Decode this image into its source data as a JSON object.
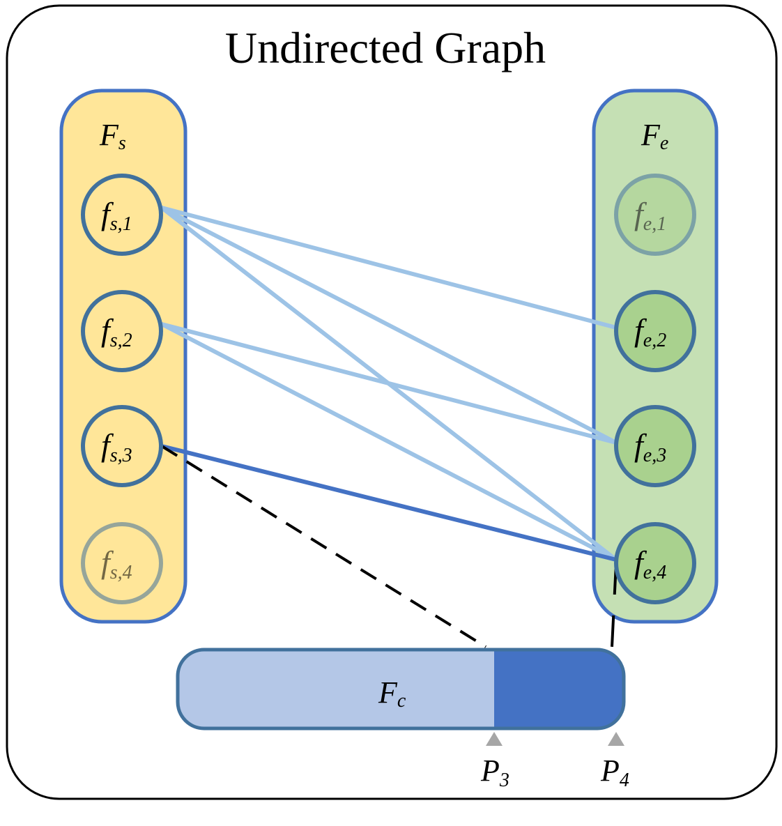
{
  "title": "Undirected Graph",
  "left_group": {
    "label_main": "F",
    "label_sub": "s",
    "nodes": [
      {
        "main": "f",
        "sub": "s,1",
        "faded": false
      },
      {
        "main": "f",
        "sub": "s,2",
        "faded": false
      },
      {
        "main": "f",
        "sub": "s,3",
        "faded": false
      },
      {
        "main": "f",
        "sub": "s,4",
        "faded": true
      }
    ]
  },
  "right_group": {
    "label_main": "F",
    "label_sub": "e",
    "nodes": [
      {
        "main": "f",
        "sub": "e,1",
        "faded": true
      },
      {
        "main": "f",
        "sub": "e,2",
        "faded": false
      },
      {
        "main": "f",
        "sub": "e,3",
        "faded": false
      },
      {
        "main": "f",
        "sub": "e,4",
        "faded": false
      }
    ]
  },
  "edges": [
    {
      "from": "s,1",
      "to": "e,2",
      "style": "light"
    },
    {
      "from": "s,1",
      "to": "e,3",
      "style": "light"
    },
    {
      "from": "s,1",
      "to": "e,4",
      "style": "light"
    },
    {
      "from": "s,2",
      "to": "e,3",
      "style": "light"
    },
    {
      "from": "s,2",
      "to": "e,4",
      "style": "light"
    },
    {
      "from": "s,3",
      "to": "e,4",
      "style": "dark"
    }
  ],
  "feature_bar": {
    "label_main": "F",
    "label_sub": "c"
  },
  "markers": [
    {
      "label_main": "P",
      "label_sub": "3"
    },
    {
      "label_main": "P",
      "label_sub": "4"
    }
  ],
  "colors": {
    "outline": "#000000",
    "group_border": "#4472c4",
    "left_fill": "#ffe699",
    "right_fill": "#c5e0b4",
    "node_border": "#41719c",
    "node_left_fill": "#ffe699",
    "node_right_fill": "#a9d18e",
    "light_edge": "#9dc3e6",
    "dark_edge": "#4472c4",
    "bar_light": "#b4c7e7",
    "bar_dark": "#4472c4",
    "bar_border": "#41719c",
    "marker": "#a6a6a6"
  }
}
